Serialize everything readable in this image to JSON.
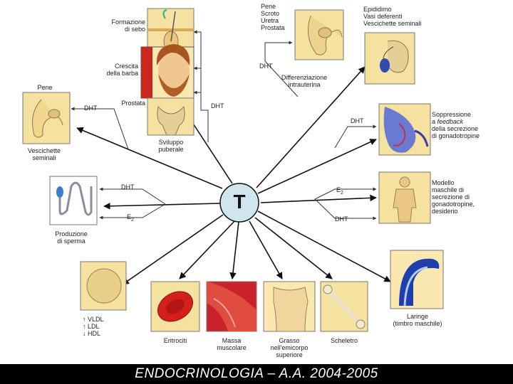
{
  "center": {
    "label": "T"
  },
  "labels": {
    "sebo": "Formazione\ndi sebo",
    "barba": "Crescita\ndella barba",
    "prostata": "Prostata",
    "pubertale": "Sviluppo\npuberale",
    "pene_left": "Pene",
    "vescichette_left": "Vescichette\nseminali",
    "pene_scroto": "Pene\nScroto\nUretra\nProstata",
    "differenziazione": "Differenziazione\nintrauterina",
    "epididimo": "Epididimo\nVasi deferenti\nVescichette seminali",
    "soppressione_pre": "Soppressione\na ",
    "soppressione_italic": "feedback",
    "soppressione_post": "\ndella secrezione\ndi gonadotropine",
    "modello": "Modello\nmaschile di\nsecrezione di\ngonadotropine,\ndesiderio",
    "sperma": "Produzione\ndi sperma",
    "lipids": "↑ VLDL\n↑ LDL\n↓ HDL",
    "eritrociti": "Eritrociti",
    "massa": "Massa\nmuscolare",
    "grasso": "Grasso\nnell'emicorpo\nsuperiore",
    "scheletro": "Scheletro",
    "laringe": "Laringe\n(timbro maschile)"
  },
  "tags": {
    "dht": "DHT",
    "e2": "E",
    "e2_sub": "2"
  },
  "footer": {
    "text": "ENDOCRINOLOGIA – A.A. 2004-2005"
  }
}
